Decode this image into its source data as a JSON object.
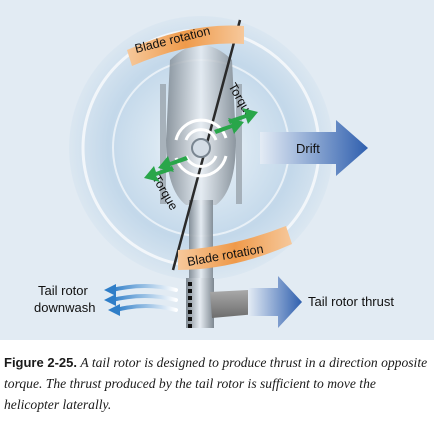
{
  "figure": {
    "labels": {
      "blade_rotation_top": "Blade rotation",
      "blade_rotation_bottom": "Blade rotation",
      "torque_upper": "Torque",
      "torque_lower": "Torque",
      "drift": "Drift",
      "tail_rotor_downwash_line1": "Tail rotor",
      "tail_rotor_downwash_line2": "downwash",
      "tail_rotor_thrust": "Tail rotor thrust"
    },
    "colors": {
      "background": "#e2ebf3",
      "disc": "#cfdfec",
      "orange_band": "#ef9a4a",
      "green_arrow": "#29a64a",
      "blue_arrow": "#2f63b0",
      "gray_fuselage": "#8c8c8c"
    }
  },
  "caption": {
    "number": "Figure 2-25.",
    "text": "A tail rotor is designed to produce thrust in a direction opposite torque. The thrust produced by the tail rotor is sufficient to move the helicopter laterally."
  }
}
